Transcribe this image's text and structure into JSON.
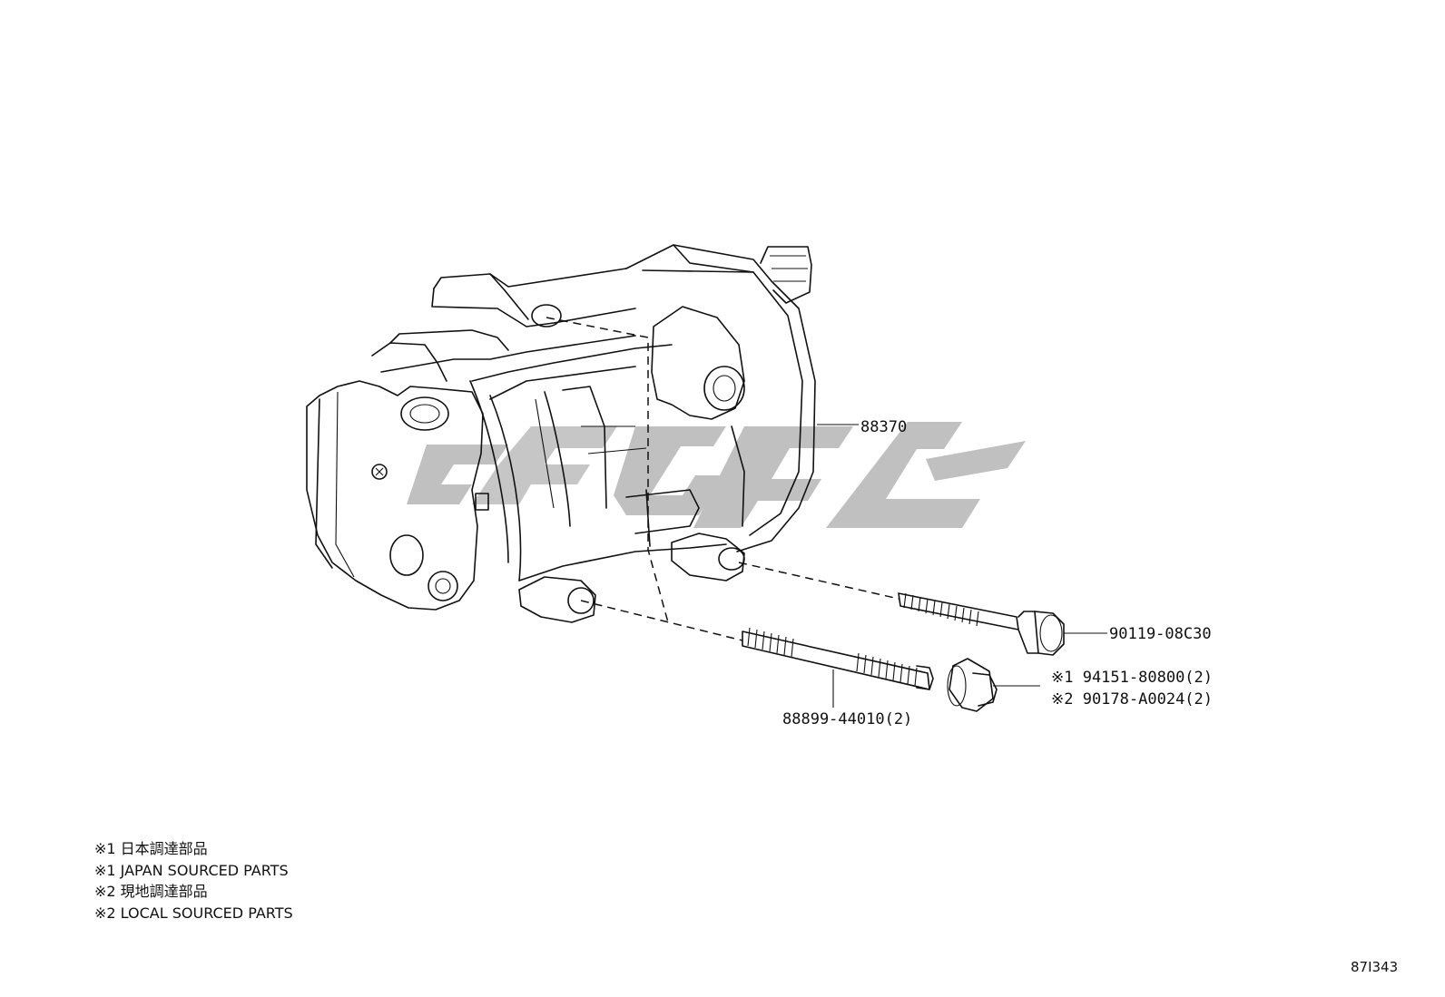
{
  "parts": {
    "compressor": "88370",
    "bolt": "90119-08C30",
    "stud": "88899-44010(2)",
    "nut_japan": "※1 94151-80800(2)",
    "nut_local": "※2 90178-A0024(2)"
  },
  "legend": [
    "※1 日本調達部品",
    "※1 JAPAN SOURCED PARTS",
    "※2 現地調達部品",
    "※2 LOCAL SOURCED PARTS"
  ],
  "illustration_code": "87I343",
  "colors": {
    "line": "#111111",
    "watermark": "#bdbdbd"
  }
}
